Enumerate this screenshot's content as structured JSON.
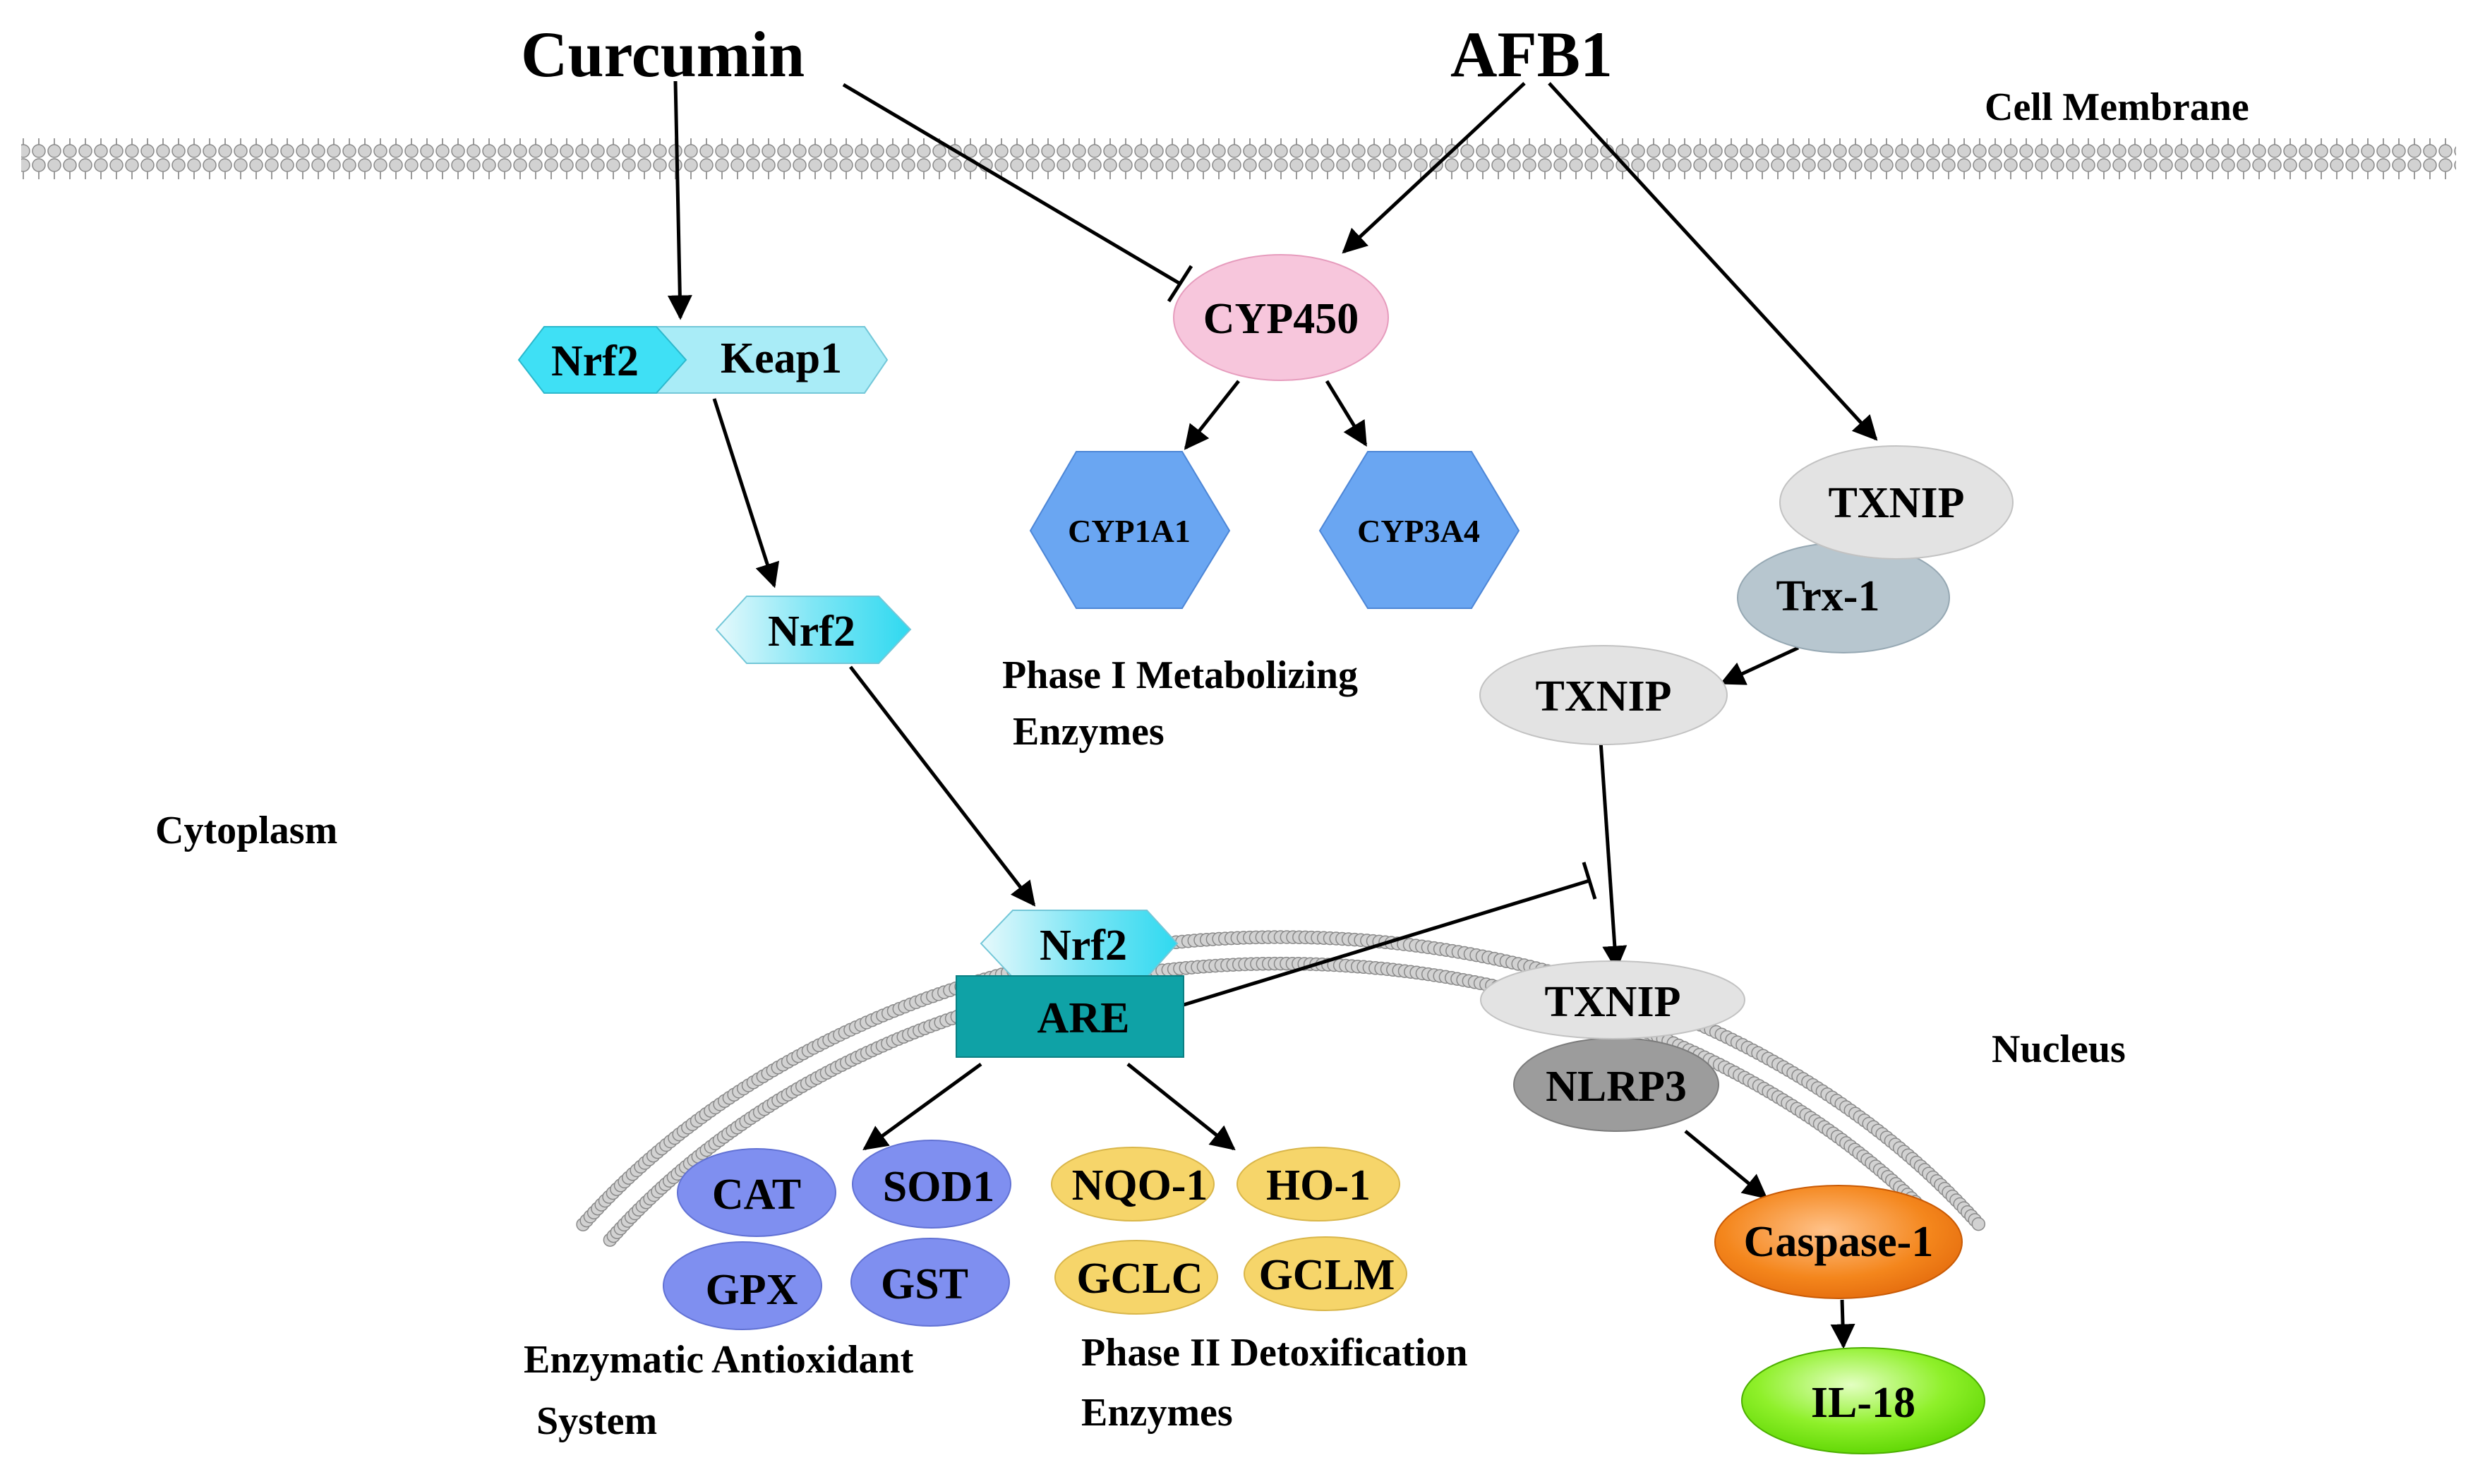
{
  "colors": {
    "nrf2": "#3fe0f5",
    "keap1": "#a9ecf7",
    "cyp450": "#f7c6dc",
    "cyp_hex": "#6aa6f2",
    "txnip": "#e3e3e3",
    "trx1": "#b7c6cf",
    "nlrp3": "#9c9c9c",
    "caspase1": "#f47f16",
    "il18": "#7ff00d",
    "are": "#0fa2a6",
    "antioxidant": "#7f8ff0",
    "phase2": "#f6d56a",
    "membrane": "#c8c8c8"
  },
  "labels": {
    "curcumin": "Curcumin",
    "afb1": "AFB1",
    "cell_membrane": "Cell Membrane",
    "cytoplasm": "Cytoplasm",
    "nucleus": "Nucleus",
    "nrf2": "Nrf2",
    "keap1": "Keap1",
    "cyp450": "CYP450",
    "cyp1a1": "CYP1A1",
    "cyp3a4": "CYP3A4",
    "phase1_line1": "Phase I Metabolizing",
    "phase1_line2": "Enzymes",
    "txnip": "TXNIP",
    "trx1": "Trx-1",
    "are": "ARE",
    "nlrp3": "NLRP3",
    "caspase1": "Caspase-1",
    "il18": "IL-18",
    "cat": "CAT",
    "sod1": "SOD1",
    "gpx": "GPX",
    "gst": "GST",
    "antioxidant_line1": "Enzymatic Antioxidant",
    "antioxidant_line2": "System",
    "nqo1": "NQO-1",
    "ho1": "HO-1",
    "gclc": "GCLC",
    "gclm": "GCLM",
    "phase2_line1": "Phase II Detoxification",
    "phase2_line2": "Enzymes"
  }
}
